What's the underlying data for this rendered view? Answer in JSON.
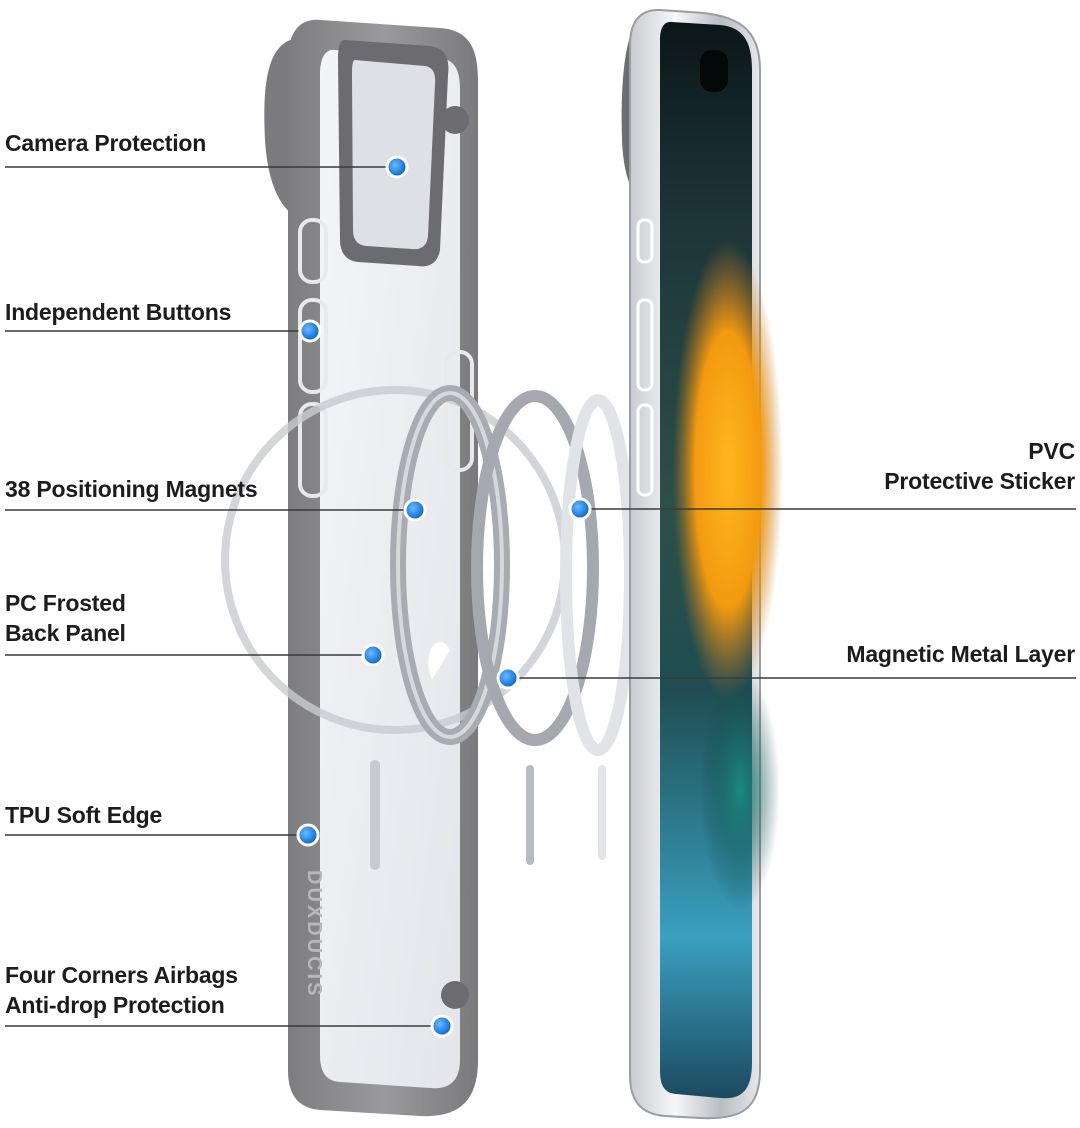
{
  "callouts": {
    "camera_protection": "Camera Protection",
    "independent_buttons": "Independent Buttons",
    "positioning_magnets": "38 Positioning Magnets",
    "pc_back_panel": [
      "PC Frosted",
      "Back Panel"
    ],
    "tpu_soft_edge": "TPU Soft Edge",
    "corner_airbags": [
      "Four Corners Airbags",
      "Anti-drop Protection"
    ],
    "pvc_sticker": [
      "PVC",
      "Protective Sticker"
    ],
    "magnetic_metal_layer": "Magnetic Metal Layer"
  },
  "branding": {
    "case_logo": "DUXDUCIS"
  },
  "colors": {
    "case_frame": "#8a8a8c",
    "case_inner": "#6f6f72",
    "back_panel": "#eceef2",
    "callout_dot": "#1f7fe0",
    "callout_line": "#3a3a3a",
    "label_text": "#1c1c1c",
    "screen_orange": "#f59a12",
    "screen_teal": "#1f6a6a"
  }
}
